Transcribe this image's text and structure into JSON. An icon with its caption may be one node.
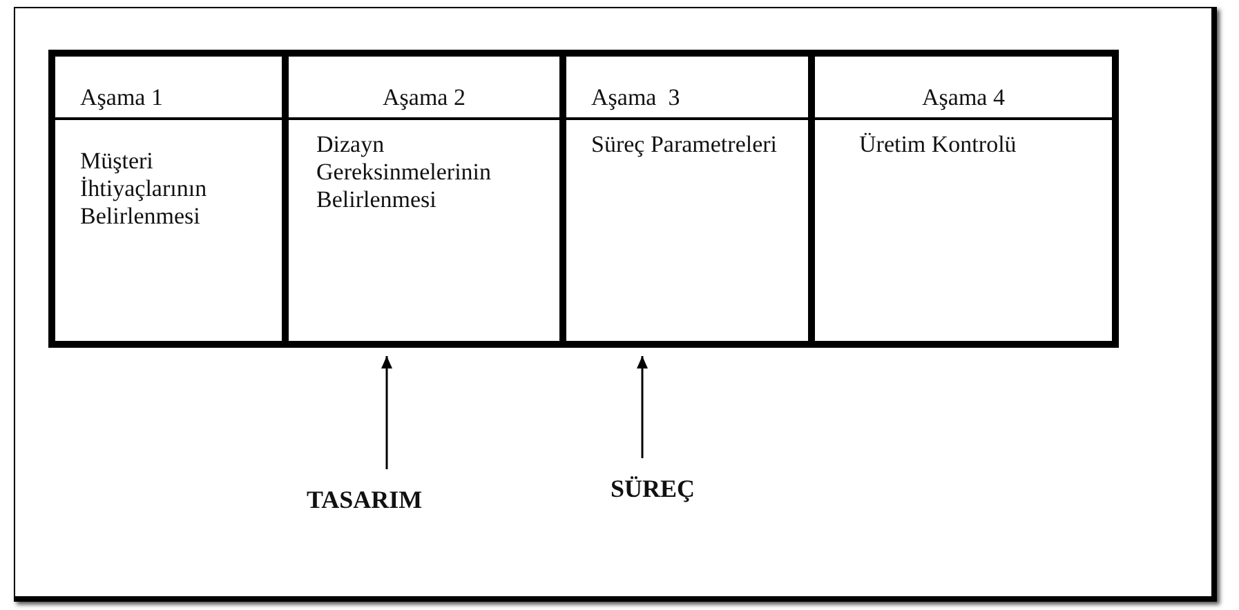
{
  "diagram": {
    "nodes": [
      {
        "text": [
          "Aşama 1",
          "Müşteri İhtiyaçlarının Belirlenmesi"
        ]
      },
      {
        "text": [
          "Aşama 2",
          "Dizayn Gereksinmelerinin Belirlenmesi"
        ]
      },
      {
        "text": [
          "Aşama  3",
          "Süreç Parametreleri"
        ]
      },
      {
        "text": [
          "Aşama 4",
          "Üretim Kontrolü"
        ]
      },
      {
        "text": [
          "TASARIM"
        ]
      },
      {
        "text": [
          "SÜREÇ"
        ]
      }
    ],
    "edges": [
      {
        "from": 4,
        "to": 1,
        "arrow": "to"
      },
      {
        "from": 5,
        "to": 2,
        "arrow": "to"
      }
    ]
  }
}
